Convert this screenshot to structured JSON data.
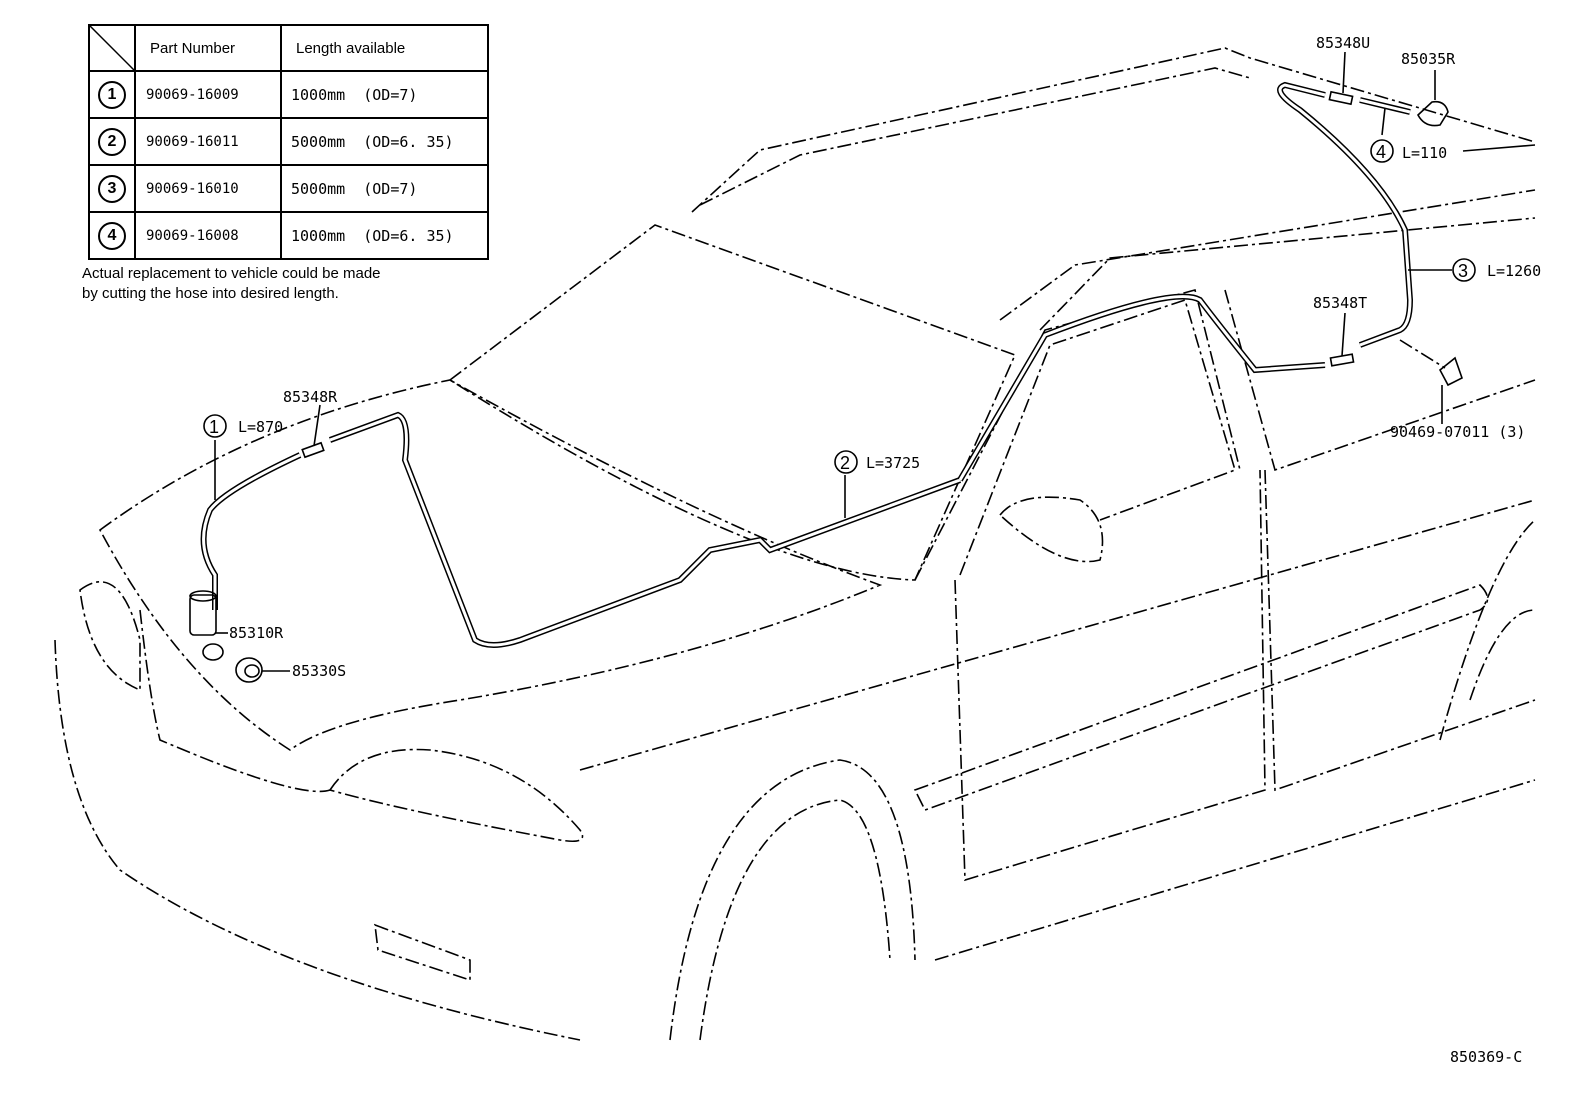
{
  "table": {
    "headers": {
      "part_number": "Part Number",
      "length": "Length available"
    },
    "rows": [
      {
        "marker": "1",
        "part_number": "90069-16009",
        "length": "1000mm  (OD=7)"
      },
      {
        "marker": "2",
        "part_number": "90069-16011",
        "length": "5000mm  (OD=6. 35)"
      },
      {
        "marker": "3",
        "part_number": "90069-16010",
        "length": "5000mm  (OD=7)"
      },
      {
        "marker": "4",
        "part_number": "90069-16008",
        "length": "1000mm  (OD=6. 35)"
      }
    ]
  },
  "note": {
    "line1": "Actual replacement to vehicle could be made",
    "line2": "by cutting the hose into desired length."
  },
  "callouts": {
    "hose1": {
      "marker": "1",
      "length": "L=870"
    },
    "hose2": {
      "marker": "2",
      "length": "L=3725"
    },
    "hose3": {
      "marker": "3",
      "length": "L=1260"
    },
    "hose4": {
      "marker": "4",
      "length": "L=110"
    }
  },
  "parts": {
    "p85348R": "85348R",
    "p85348U": "85348U",
    "p85035R": "85035R",
    "p85348T": "85348T",
    "p90469": "90469-07011 (3)",
    "p85310R": "85310R",
    "p85330S": "85330S"
  },
  "figure_code": "850369-C"
}
